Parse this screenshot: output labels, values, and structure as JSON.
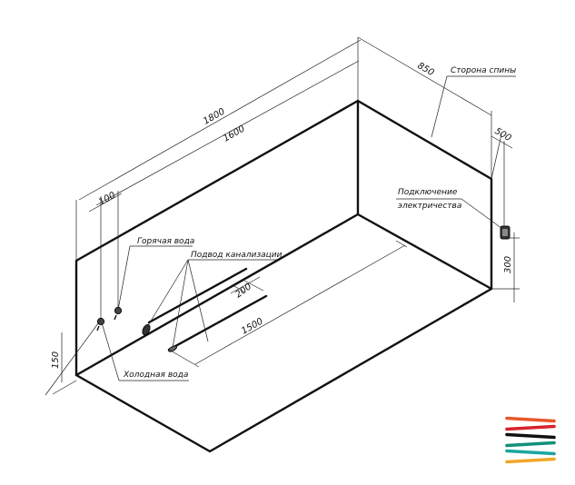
{
  "dimensions": {
    "length_overall": "1800",
    "length_inner": "1600",
    "width": "850",
    "offset_back": "500",
    "offset_pipes": "100",
    "height_water": "150",
    "height_power": "300",
    "drain_width": "200",
    "drain_length": "1500"
  },
  "labels": {
    "back_side": "Сторона спины",
    "power_line1": "Подключение",
    "power_line2": "электричества",
    "hot_water": "Горячая вода",
    "drain": "Подвод канализации",
    "cold_water": "Холодная вода"
  },
  "logo": {
    "colors": [
      "#e8572a",
      "#d8222e",
      "#111111",
      "#12907a",
      "#1ba6a0",
      "#f0a82a"
    ]
  }
}
